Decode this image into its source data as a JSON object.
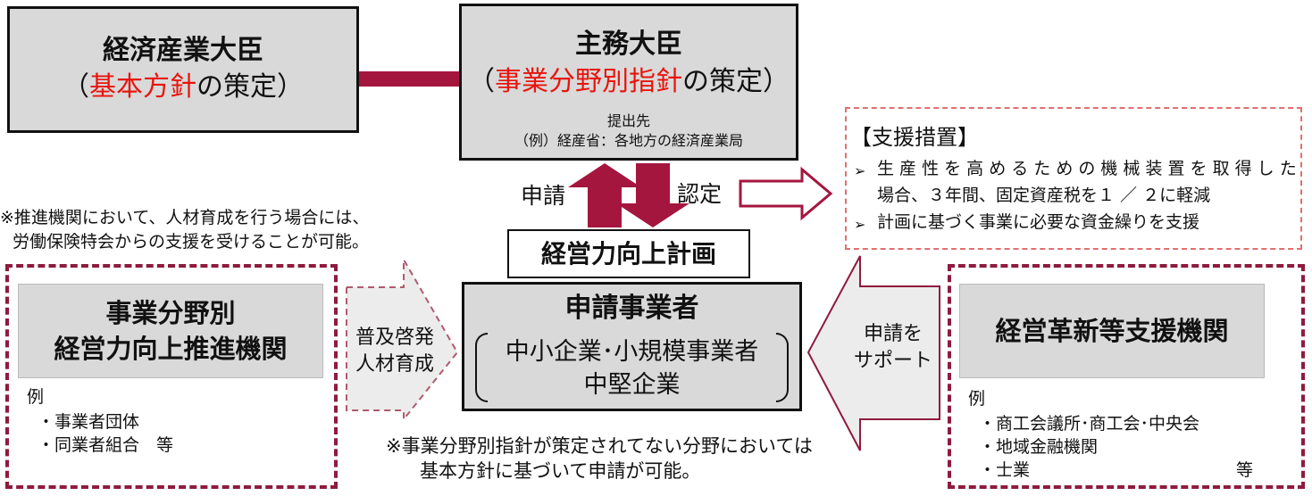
{
  "meti": {
    "title": "経済産業大臣",
    "paren_open": "（",
    "policy_red": "基本方針",
    "suffix": "の策定）"
  },
  "minister": {
    "title": "主務大臣",
    "paren_open": "（",
    "policy_red": "事業分野別指針",
    "suffix": "の策定）",
    "submit_label": "提出先",
    "submit_dest": "（例）経産省：各地方の経済産業局"
  },
  "arrows": {
    "apply": "申請",
    "certify": "認定",
    "spread_line1": "普及啓発",
    "spread_line2": "人材育成",
    "support_line1": "申請を",
    "support_line2": "サポート"
  },
  "support_measures": {
    "heading": "【支援措置】",
    "items": [
      {
        "line1": "生 産 性 を 高 め る た め の 機 械 装 置 を 取 得 し た",
        "line2": "場合、３年間、固定資産税を１ ／ ２に軽減"
      },
      {
        "line1": "計画に基づく事業に必要な資金繰りを支援",
        "line2": ""
      }
    ]
  },
  "note_top": {
    "line1": "※推進機関において、人材育成を行う場合には、",
    "line2": "労働保険特会からの支援を受けることが可能。"
  },
  "plan": {
    "label": "経営力向上計画"
  },
  "applicant": {
    "title": "申請事業者",
    "line1": "中小企業･小規模事業者",
    "line2": "中堅企業"
  },
  "promoter": {
    "title_line1": "事業分野別",
    "title_line2": "経営力向上推進機関",
    "example_label": "例",
    "examples": [
      "・事業者団体",
      "・同業者組合　等"
    ]
  },
  "advisor": {
    "title": "経営革新等支援機関",
    "example_label": "例",
    "examples": [
      "・商工会議所･商工会･中央会",
      "・地域金融機関",
      "・士業"
    ],
    "etc": "等"
  },
  "note_bottom": {
    "line1": "※事業分野別指針が策定されてない分野においては",
    "line2": "基本方針に基づいて申請が可能。"
  },
  "colors": {
    "accent_red": "#e8150d",
    "crimson": "#a5163f",
    "dashed_border": "#8e1b3e",
    "box_gray": "#d9d9d9",
    "arrow_fill_light": "#ececec"
  }
}
